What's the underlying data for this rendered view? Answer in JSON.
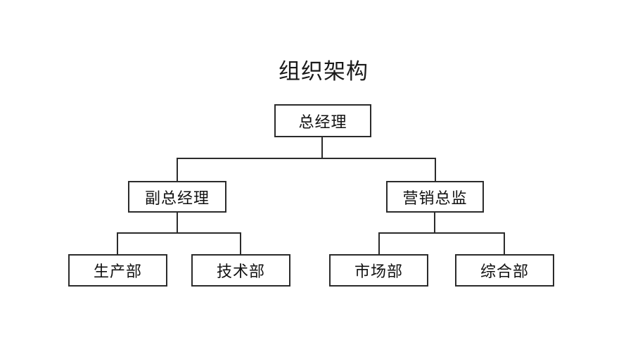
{
  "title": "组织架构",
  "diagram_type": "org-chart",
  "nodes": {
    "general_manager": "总经理",
    "deputy_general_manager": "副总经理",
    "marketing_director": "营销总监",
    "production_dept": "生产部",
    "technology_dept": "技术部",
    "market_dept": "市场部",
    "general_affairs_dept": "综合部"
  },
  "hierarchy": {
    "总经理": [
      "副总经理",
      "营销总监"
    ],
    "副总经理": [
      "生产部",
      "技术部"
    ],
    "营销总监": [
      "市场部",
      "综合部"
    ]
  },
  "colors": {
    "background": "#ffffff",
    "line": "#2b2b2b",
    "box_border": "#2b2b2b",
    "text": "#111111"
  }
}
